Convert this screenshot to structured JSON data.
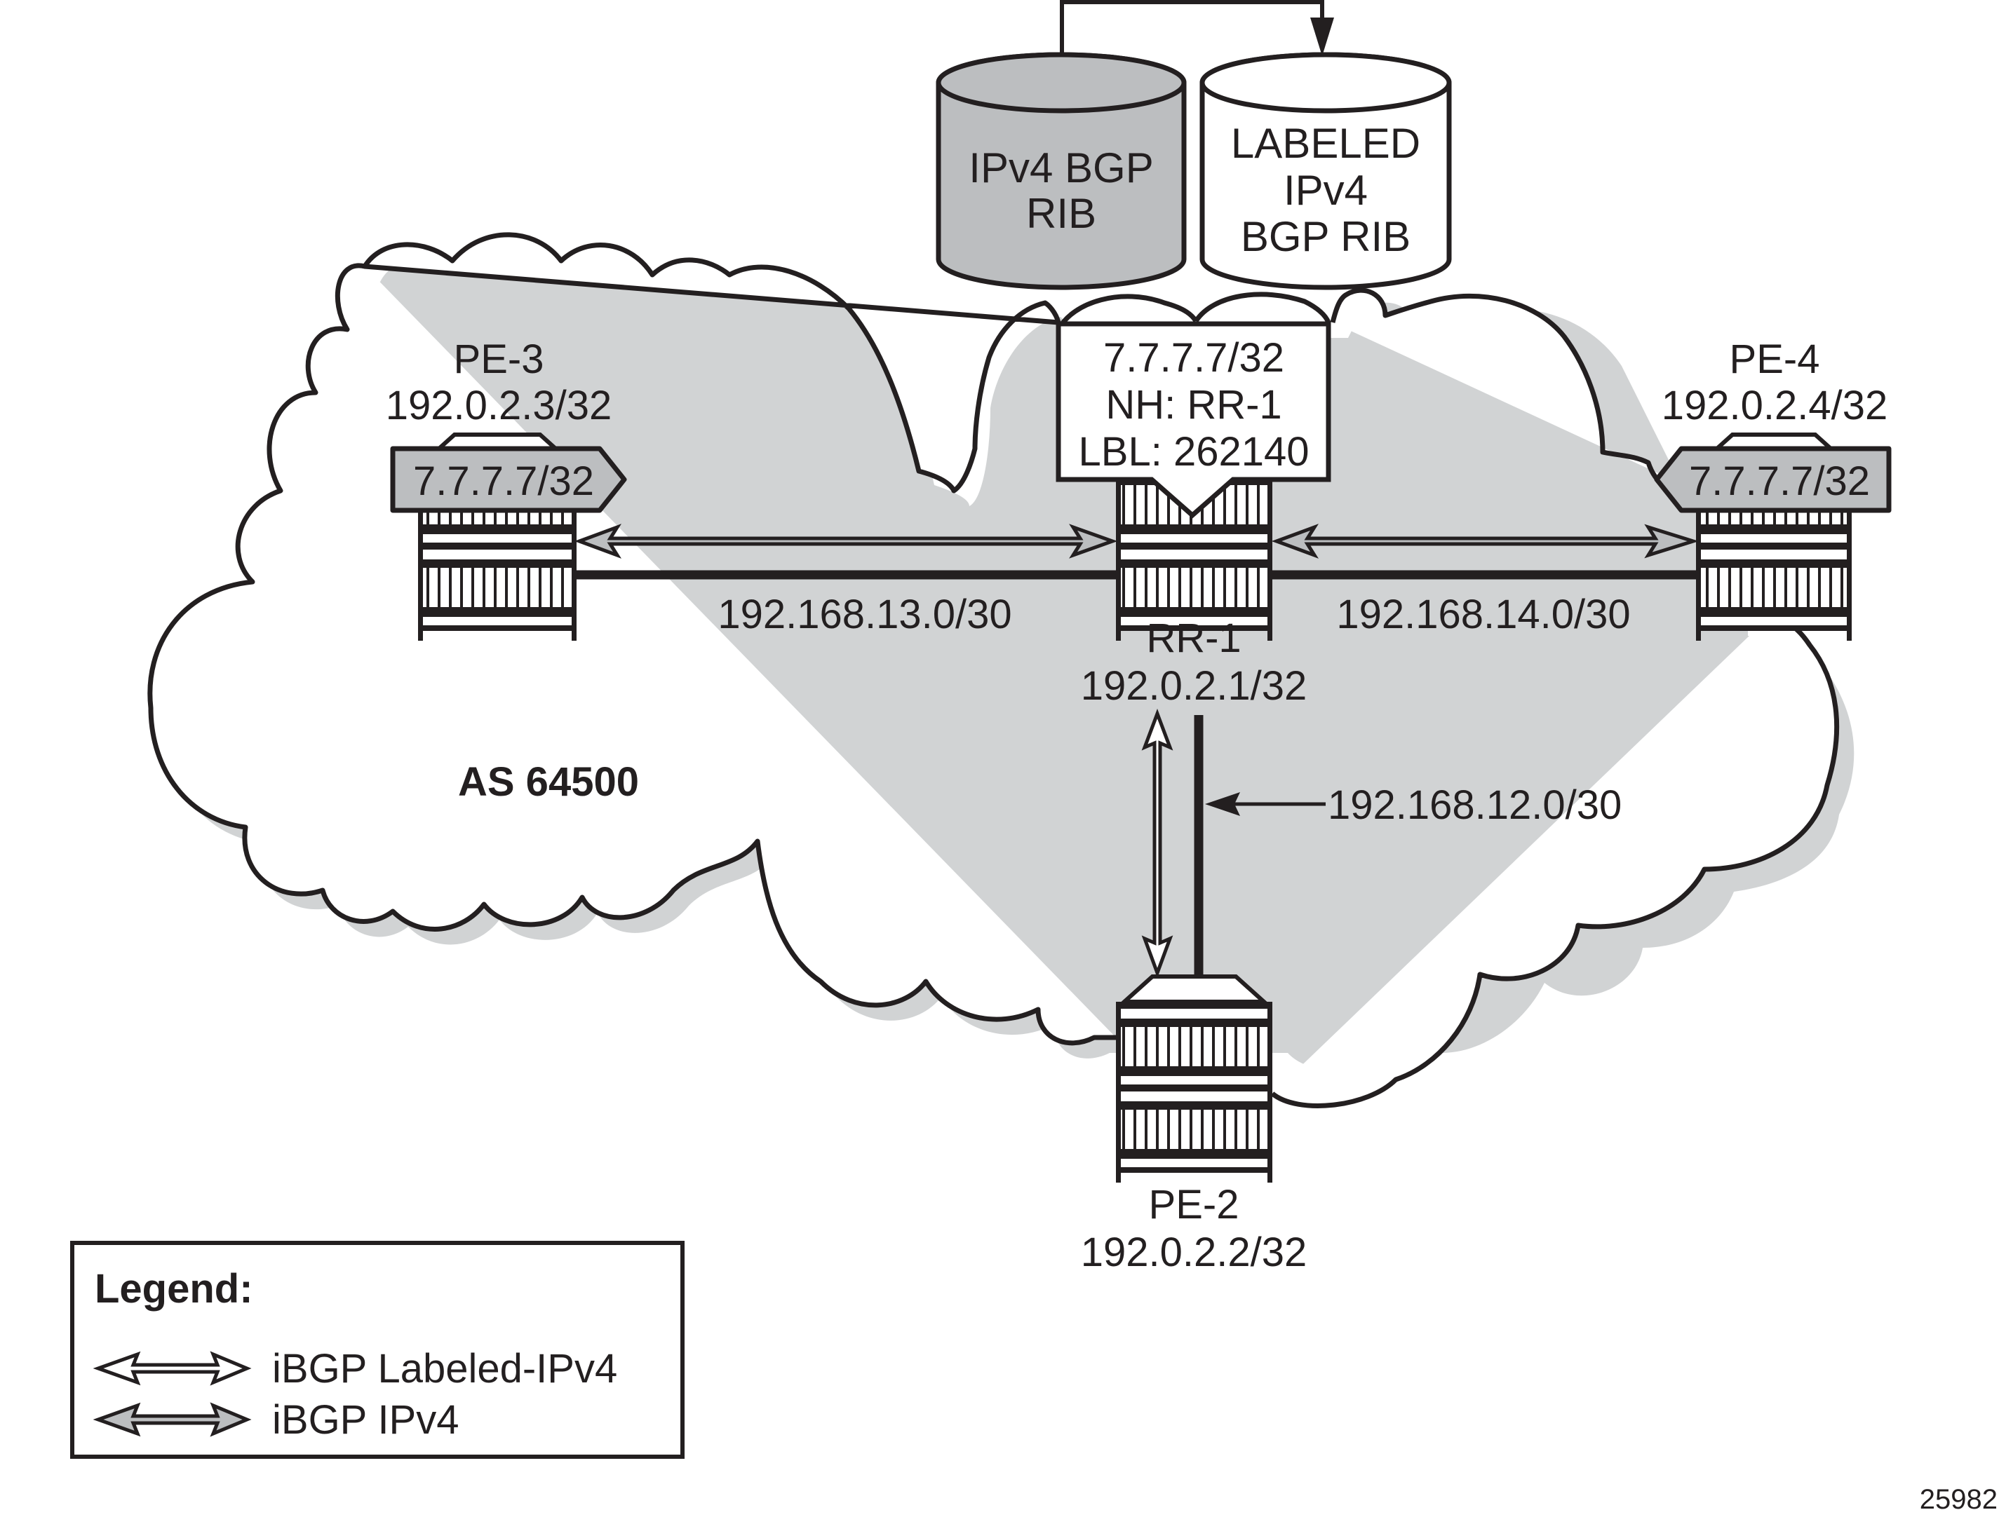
{
  "colors": {
    "ink": "#231f20",
    "gray_fill": "#bcbec0",
    "shadow": "#d1d3d4",
    "white": "#ffffff"
  },
  "ribs": {
    "ipv4": {
      "line1": "IPv4 BGP",
      "line2": "RIB",
      "fill": "gray"
    },
    "labeled": {
      "line1": "LABELED",
      "line2": "IPv4",
      "line3": "BGP RIB",
      "fill": "white"
    }
  },
  "callout": {
    "line1": "7.7.7.7/32",
    "line2": "NH: RR-1",
    "line3": "LBL: 262140"
  },
  "nodes": {
    "pe3": {
      "name": "PE-3",
      "address": "192.0.2.3/32",
      "prefix_tag": "7.7.7.7/32"
    },
    "pe4": {
      "name": "PE-4",
      "address": "192.0.2.4/32",
      "prefix_tag": "7.7.7.7/32"
    },
    "rr1": {
      "name": "RR-1",
      "address": "192.0.2.1/32"
    },
    "pe2": {
      "name": "PE-2",
      "address": "192.0.2.2/32"
    }
  },
  "links": {
    "pe3_rr1": {
      "subnet": "192.168.13.0/30",
      "session": "iBGP IPv4"
    },
    "rr1_pe4": {
      "subnet": "192.168.14.0/30",
      "session": "iBGP IPv4"
    },
    "rr1_pe2": {
      "subnet": "192.168.12.0/30",
      "session": "iBGP Labeled-IPv4"
    }
  },
  "as_label": "AS 64500",
  "legend": {
    "title": "Legend:",
    "items": [
      {
        "label": "iBGP Labeled-IPv4",
        "style": "white-arrow"
      },
      {
        "label": "iBGP IPv4",
        "style": "gray-arrow"
      }
    ]
  },
  "figure_number": "25982"
}
